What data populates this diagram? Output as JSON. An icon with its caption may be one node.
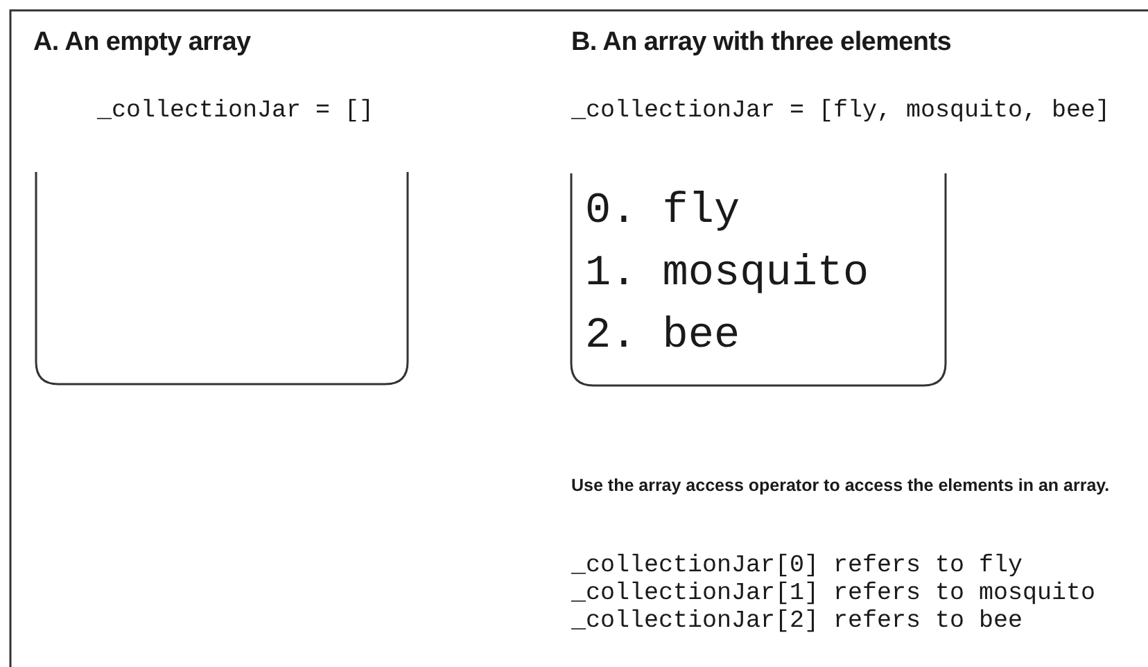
{
  "diagram": {
    "nodes": [
      {
        "text": [],
        "shape": "box"
      },
      {
        "text": [
          "0. fly",
          "1. mosquito",
          "2. bee"
        ]
      }
    ],
    "labels": [
      "A. An empty array",
      "_collectionJar = []",
      "B. An array with three elements",
      "_collectionJar = [fly, mosquito, bee]",
      "Use the array access operator to access the elements in an array.",
      "_collectionJar[0] refers to fly",
      "_collectionJar[1] refers to mosquito",
      "_collectionJar[2] refers to bee"
    ]
  }
}
